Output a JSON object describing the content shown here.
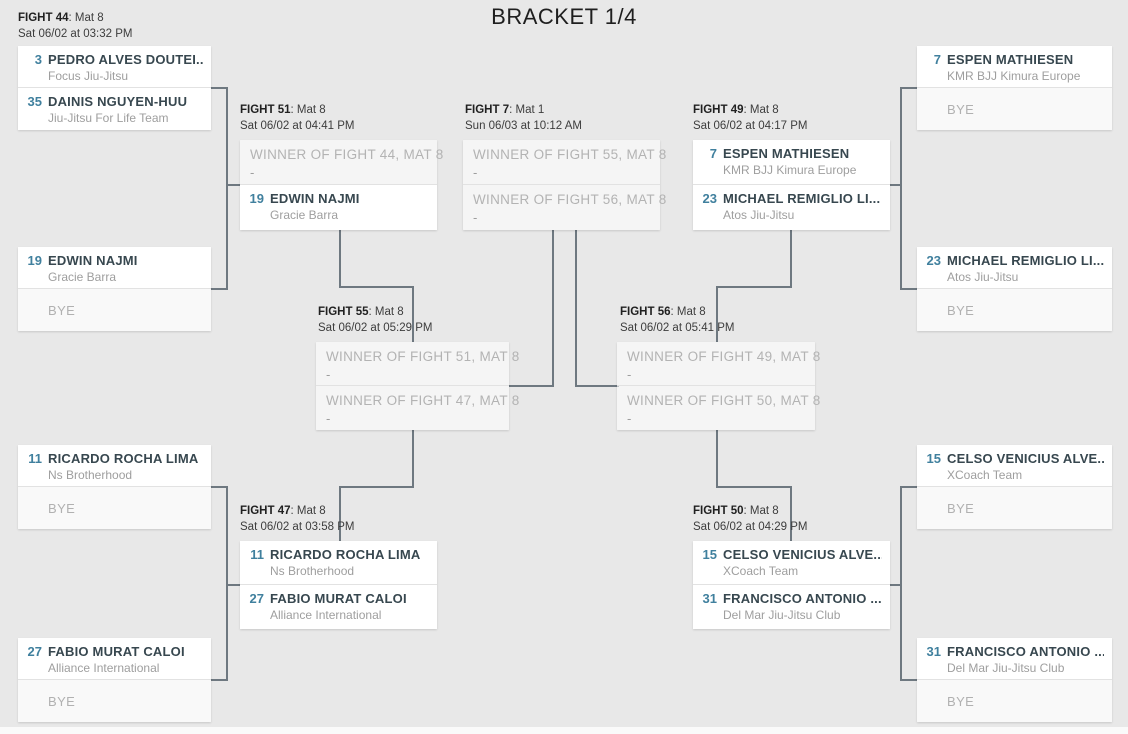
{
  "title": "BRACKET 1/4",
  "colors": {
    "background": "#e8e8e8",
    "card": "#ffffff",
    "seed_accent": "#40809e",
    "name_text": "#37474f",
    "team_text": "#9e9e9e",
    "muted_text": "#b3b3b3",
    "connector_line": "#6e7880"
  },
  "cards": {
    "r1_tl": {
      "rows": [
        {
          "seed": "3",
          "name": "PEDRO ALVES DOUTEI...",
          "team": "Focus Jiu-Jitsu"
        },
        {
          "seed": "35",
          "name": "DAINIS NGUYEN-HUU",
          "team": "Jiu-Jitsu For Life Team"
        }
      ]
    },
    "r1_ml": {
      "rows": [
        {
          "seed": "19",
          "name": "EDWIN NAJMI",
          "team": "Gracie Barra"
        },
        {
          "bye": "BYE"
        }
      ]
    },
    "r1_bl": {
      "rows": [
        {
          "seed": "11",
          "name": "RICARDO ROCHA LIMA",
          "team": "Ns Brotherhood"
        },
        {
          "bye": "BYE"
        }
      ]
    },
    "r1_bbl": {
      "rows": [
        {
          "seed": "27",
          "name": "FABIO MURAT CALOI",
          "team": "Alliance International"
        },
        {
          "bye": "BYE"
        }
      ]
    },
    "r1_tr": {
      "rows": [
        {
          "seed": "7",
          "name": "ESPEN MATHIESEN",
          "team": "KMR BJJ Kimura Europe"
        },
        {
          "bye": "BYE"
        }
      ]
    },
    "r1_mr": {
      "rows": [
        {
          "seed": "23",
          "name": "MICHAEL REMIGLIO LI...",
          "team": "Atos Jiu-Jitsu"
        },
        {
          "bye": "BYE"
        }
      ]
    },
    "r1_br": {
      "rows": [
        {
          "seed": "15",
          "name": "CELSO VENICIUS ALVE...",
          "team": "XCoach Team"
        },
        {
          "bye": "BYE"
        }
      ]
    },
    "r1_bbr": {
      "rows": [
        {
          "seed": "31",
          "name": "FRANCISCO ANTONIO ...",
          "team": "Del Mar Jiu-Jitsu Club"
        },
        {
          "bye": "BYE"
        }
      ]
    },
    "f44": {
      "label": {
        "fight": "FIGHT 44",
        "mat": ": Mat 8",
        "datetime": "Sat 06/02 at 03:32 PM"
      }
    },
    "f51": {
      "label": {
        "fight": "FIGHT 51",
        "mat": ": Mat 8",
        "datetime": "Sat 06/02 at 04:41 PM"
      },
      "rows": [
        {
          "winner": "WINNER OF FIGHT 44, MAT 8",
          "dash": "-"
        },
        {
          "seed": "19",
          "name": "EDWIN NAJMI",
          "team": "Gracie Barra"
        }
      ]
    },
    "f7": {
      "label": {
        "fight": "FIGHT 7",
        "mat": ": Mat 1",
        "datetime": "Sun 06/03 at 10:12 AM"
      },
      "rows": [
        {
          "winner": "WINNER OF FIGHT 55, MAT 8",
          "dash": "-"
        },
        {
          "winner": "WINNER OF FIGHT 56, MAT 8",
          "dash": "-"
        }
      ]
    },
    "f49": {
      "label": {
        "fight": "FIGHT 49",
        "mat": ": Mat 8",
        "datetime": "Sat 06/02 at 04:17 PM"
      },
      "rows": [
        {
          "seed": "7",
          "name": "ESPEN MATHIESEN",
          "team": "KMR BJJ Kimura Europe"
        },
        {
          "seed": "23",
          "name": "MICHAEL REMIGLIO LI...",
          "team": "Atos Jiu-Jitsu"
        }
      ]
    },
    "f55": {
      "label": {
        "fight": "FIGHT 55",
        "mat": ": Mat 8",
        "datetime": "Sat 06/02 at 05:29 PM"
      },
      "rows": [
        {
          "winner": "WINNER OF FIGHT 51, MAT 8",
          "dash": "-"
        },
        {
          "winner": "WINNER OF FIGHT 47, MAT 8",
          "dash": "-"
        }
      ]
    },
    "f56": {
      "label": {
        "fight": "FIGHT 56",
        "mat": ": Mat 8",
        "datetime": "Sat 06/02 at 05:41 PM"
      },
      "rows": [
        {
          "winner": "WINNER OF FIGHT 49, MAT 8",
          "dash": "-"
        },
        {
          "winner": "WINNER OF FIGHT 50, MAT 8",
          "dash": "-"
        }
      ]
    },
    "f47": {
      "label": {
        "fight": "FIGHT 47",
        "mat": ": Mat 8",
        "datetime": "Sat 06/02 at 03:58 PM"
      },
      "rows": [
        {
          "seed": "11",
          "name": "RICARDO ROCHA LIMA",
          "team": "Ns Brotherhood"
        },
        {
          "seed": "27",
          "name": "FABIO MURAT CALOI",
          "team": "Alliance International"
        }
      ]
    },
    "f50": {
      "label": {
        "fight": "FIGHT 50",
        "mat": ": Mat 8",
        "datetime": "Sat 06/02 at 04:29 PM"
      },
      "rows": [
        {
          "seed": "15",
          "name": "CELSO VENICIUS ALVE...",
          "team": "XCoach Team"
        },
        {
          "seed": "31",
          "name": "FRANCISCO ANTONIO ...",
          "team": "Del Mar Jiu-Jitsu Club"
        }
      ]
    }
  }
}
